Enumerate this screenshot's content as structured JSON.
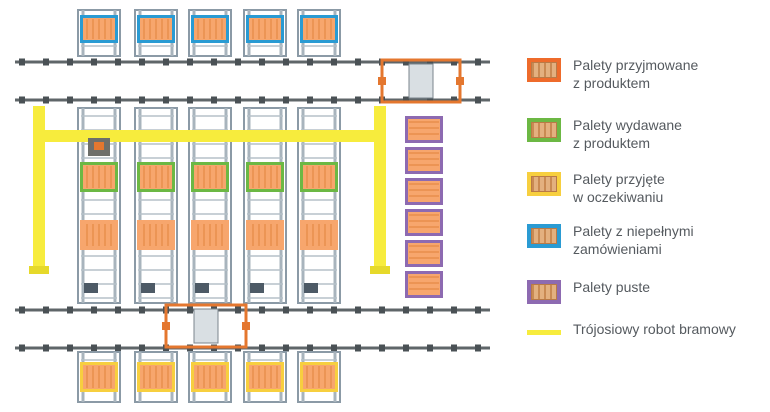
{
  "legend": [
    {
      "id": "incoming",
      "label": "Palety przyjmowane\nz produktem",
      "color": "#ee6b2b",
      "fill": "#f7a66d"
    },
    {
      "id": "outgoing",
      "label": "Palety wydawane\nz produktem",
      "color": "#6cb844",
      "fill": "#f7a66d"
    },
    {
      "id": "waiting",
      "label": "Palety przyjęte\nw oczekiwaniu",
      "color": "#f7cf3f",
      "fill": "#f7a66d"
    },
    {
      "id": "incomplete",
      "label": "Palety z niepełnymi\nzamówieniami",
      "color": "#2a9bd3",
      "fill": "#f7a66d"
    },
    {
      "id": "empty",
      "label": "Palety puste",
      "color": "#8d6ab1",
      "fill": "#f7a66d"
    },
    {
      "id": "robot",
      "label": "Trójosiowy robot bramowy",
      "color": "#f7ec3d"
    }
  ],
  "colors": {
    "rail": "#5f6669",
    "rack": "#8b9aa6",
    "pallet_fill": "#f7a66d",
    "pallet_slat": "#e58a45",
    "gantry": "#f7ec3d",
    "shuttle": "#e4772f"
  }
}
